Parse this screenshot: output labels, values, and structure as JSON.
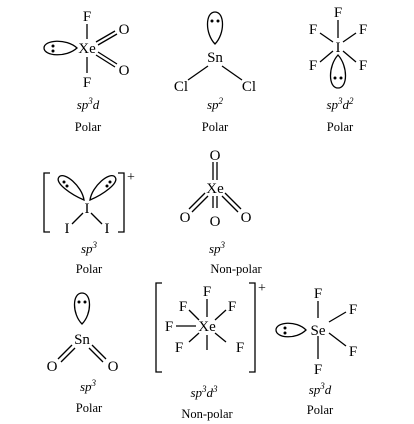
{
  "structures": [
    {
      "id": "xef2o2",
      "atoms": {
        "center": "Xe",
        "top": "F",
        "bottom": "F",
        "o1": "O",
        "o2": "O"
      },
      "hybridization": {
        "base": "sp",
        "exp1": "3",
        "base2": "d",
        "exp2": ""
      },
      "polarity": "Polar"
    },
    {
      "id": "sncl2",
      "atoms": {
        "center": "Sn",
        "left": "Cl",
        "right": "Cl"
      },
      "hybridization": {
        "base": "sp",
        "exp1": "2",
        "base2": "",
        "exp2": ""
      },
      "polarity": "Polar"
    },
    {
      "id": "if5",
      "atoms": {
        "center": "I",
        "f1": "F",
        "f2": "F",
        "f3": "F",
        "f4": "F",
        "f5": "F"
      },
      "hybridization": {
        "base": "sp",
        "exp1": "3",
        "base2": "d",
        "exp2": "2"
      },
      "polarity": "Polar"
    },
    {
      "id": "i3plus",
      "atoms": {
        "center": "I",
        "left": "I",
        "right": "I"
      },
      "charge": "+",
      "hybridization": {
        "base": "sp",
        "exp1": "3",
        "base2": "",
        "exp2": ""
      },
      "polarity": "Polar"
    },
    {
      "id": "xeo4",
      "atoms": {
        "center": "Xe",
        "o1": "O",
        "o2": "O",
        "o3": "O",
        "o4": "O"
      },
      "hybridization": {
        "base": "sp",
        "exp1": "3",
        "base2": "",
        "exp2": ""
      },
      "polarity": "Non-polar"
    },
    {
      "id": "sno2",
      "atoms": {
        "center": "Sn",
        "o1": "O",
        "o2": "O"
      },
      "hybridization": {
        "base": "sp",
        "exp1": "3",
        "base2": "",
        "exp2": ""
      },
      "polarity": "Polar"
    },
    {
      "id": "xef6plus",
      "atoms": {
        "center": "Xe",
        "f1": "F",
        "f2": "F",
        "f3": "F",
        "f4": "F",
        "f5": "F",
        "f6": "F"
      },
      "charge": "+",
      "hybridization": {
        "base": "sp",
        "exp1": "3",
        "base2": "d",
        "exp2": "3"
      },
      "polarity": "Non-polar"
    },
    {
      "id": "sef4",
      "atoms": {
        "center": "Se",
        "f1": "F",
        "f2": "F",
        "f3": "F",
        "f4": "F"
      },
      "hybridization": {
        "base": "sp",
        "exp1": "3",
        "base2": "d",
        "exp2": ""
      },
      "polarity": "Polar"
    }
  ]
}
